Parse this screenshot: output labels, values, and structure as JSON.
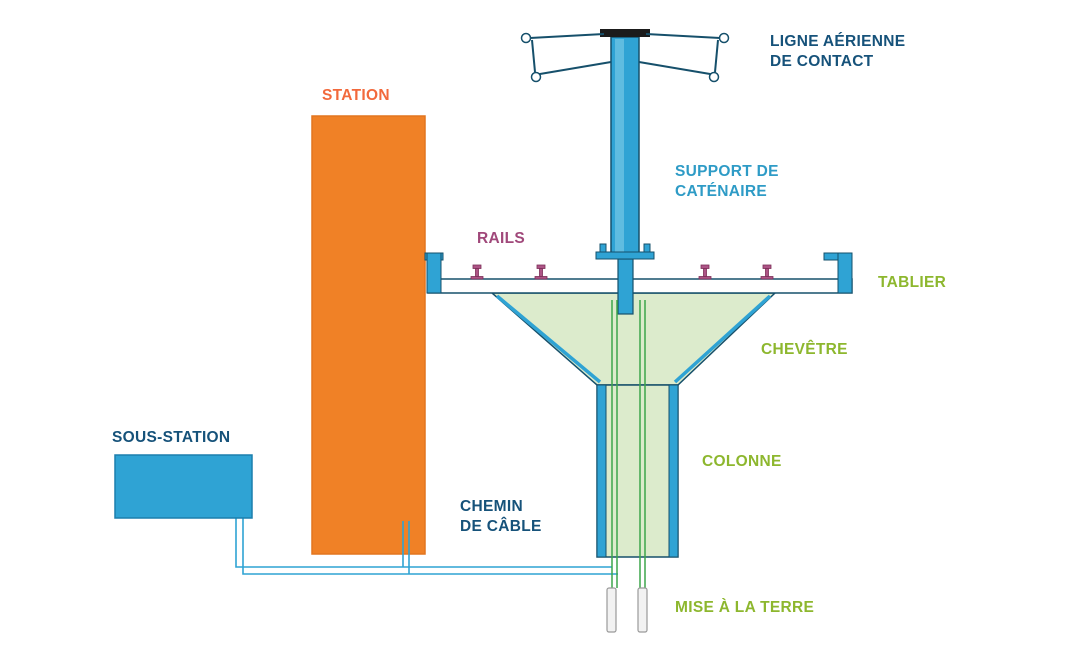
{
  "labels": {
    "ligne_aerienne": {
      "line1": "LIGNE AÉRIENNE",
      "line2": "DE CONTACT"
    },
    "station": {
      "text": "STATION"
    },
    "support_catenaire": {
      "line1": "SUPPORT DE",
      "line2": "CATÉNAIRE"
    },
    "rails": {
      "text": "RAILS"
    },
    "tablier": {
      "text": "TABLIER"
    },
    "chevetre": {
      "text": "CHEVÊTRE"
    },
    "colonne": {
      "text": "COLONNE"
    },
    "sous_station": {
      "text": "SOUS-STATION"
    },
    "chemin_cable": {
      "line1": "CHEMIN",
      "line2": "DE CÂBLE"
    },
    "mise_a_la_terre": {
      "text": "MISE À LA TERRE"
    }
  },
  "colors": {
    "station_fill": "#F08126",
    "structure_blue": "#2FA3D4",
    "structure_outline": "#16506B",
    "concrete_green": "#DCEBCC",
    "ground_wire_green": "#3DA64B",
    "rail_purple": "#AD5486",
    "label_dark_blue": "#16527A",
    "label_orange": "#F2693C",
    "label_light_blue": "#2E9BC6",
    "label_purple": "#A0487A",
    "label_green": "#8DB72E"
  }
}
